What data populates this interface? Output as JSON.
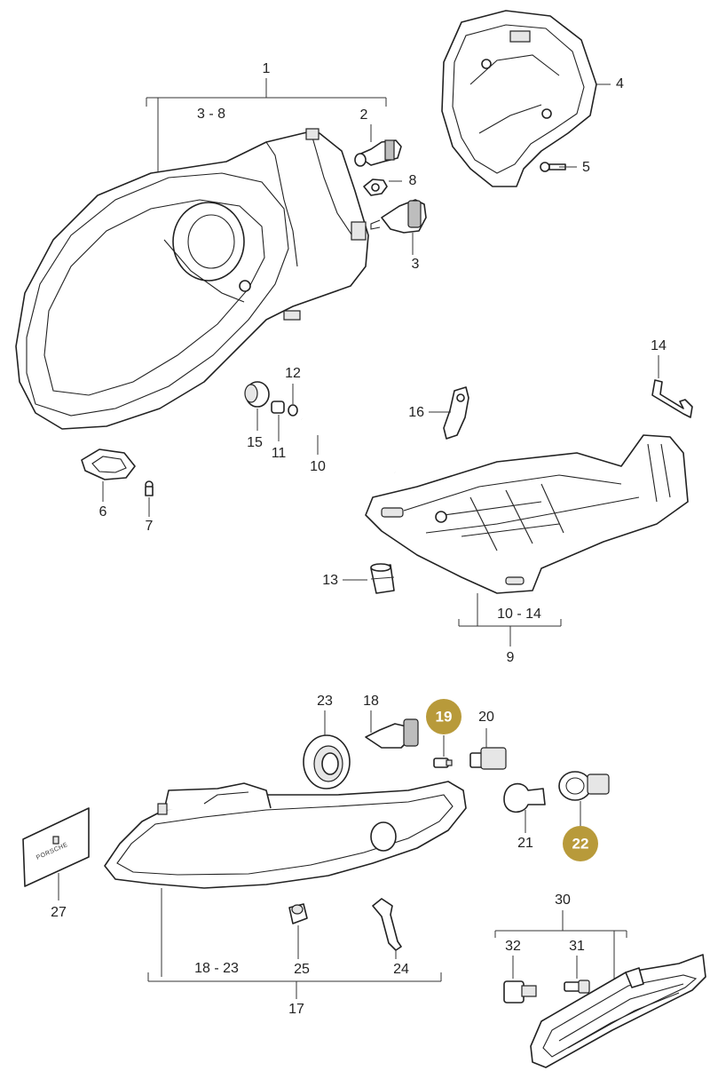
{
  "diagram": {
    "highlight_color": "#b89a3a",
    "labels": {
      "p1": "1",
      "p1_range": "3 - 8",
      "p2": "2",
      "p3": "3",
      "p4": "4",
      "p5": "5",
      "p6": "6",
      "p7": "7",
      "p8": "8",
      "p9": "9",
      "p9_range": "10 - 14",
      "p10": "10",
      "p11": "11",
      "p12": "12",
      "p13": "13",
      "p14": "14",
      "p15": "15",
      "p16": "16",
      "p17": "17",
      "p17_range": "18 - 23",
      "p18": "18",
      "p19": "19",
      "p20": "20",
      "p21": "21",
      "p22": "22",
      "p23": "23",
      "p24": "24",
      "p25": "25",
      "p27": "27",
      "p30": "30",
      "p31": "31",
      "p32": "32"
    },
    "highlighted": [
      "19",
      "22"
    ],
    "sticker_text": "PORSCHE"
  }
}
